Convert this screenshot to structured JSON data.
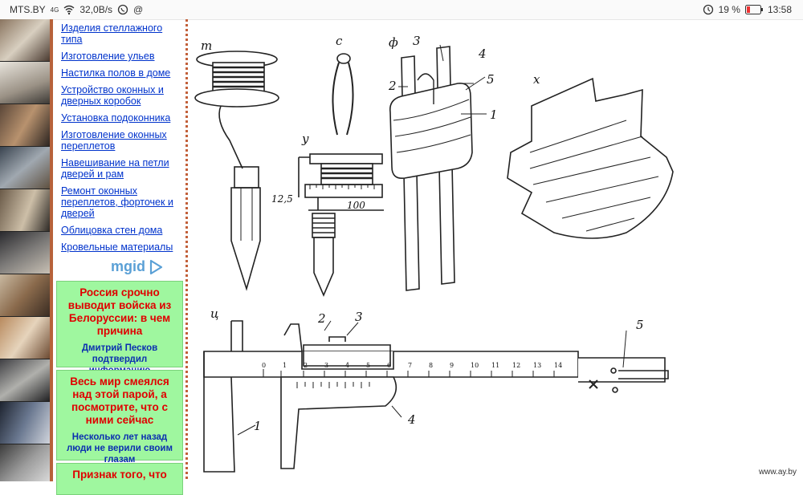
{
  "statusbar": {
    "carrier": "MTS.BY",
    "network": "4G",
    "speed": "32,0B/s",
    "battery": "19 %",
    "time": "13:58"
  },
  "sidebar_links": [
    "Изделия стеллажного типа",
    "Изготовление ульев",
    "Настилка полов в доме",
    "Устройство оконных и дверных коробок",
    "Установка подоконника",
    "Изготовление оконных переплетов",
    "Навешивание на петли дверей и рам",
    "Ремонт оконных переплетов, форточек и дверей",
    "Облицовка стен дома",
    "Кровельные материалы"
  ],
  "mgid_logo": "mgid",
  "ads": [
    {
      "headline": "Россия срочно выводит войска из Белоруссии: в чем причина",
      "subtitle": "Дмитрий Песков подтвердил информацию"
    },
    {
      "headline": "Весь мир смеялся над этой парой, а посмотрите, что с ними сейчас",
      "subtitle": "Несколько лет назад люди не верили своим глазам"
    },
    {
      "headline": "Признак того, что",
      "subtitle": ""
    }
  ],
  "drawing_labels": {
    "t": "т",
    "c": "с",
    "f": "ф",
    "x": "х",
    "y": "у",
    "ts": "ц",
    "n1": "1",
    "n2": "2",
    "n3": "3",
    "n4": "4",
    "n5": "5",
    "dim125": "12,5",
    "dim100": "100",
    "scale": [
      "0",
      "1",
      "2",
      "3",
      "4",
      "5",
      "6",
      "7",
      "8",
      "9",
      "10",
      "11",
      "12",
      "13",
      "14"
    ]
  },
  "watermark": "www.ay.by",
  "colors": {
    "link": "#0033cc",
    "ad_bg": "#9ff79f",
    "ad_headline": "#e00000",
    "ad_subtitle": "#0b2fb0",
    "separator": "#b7623a"
  }
}
